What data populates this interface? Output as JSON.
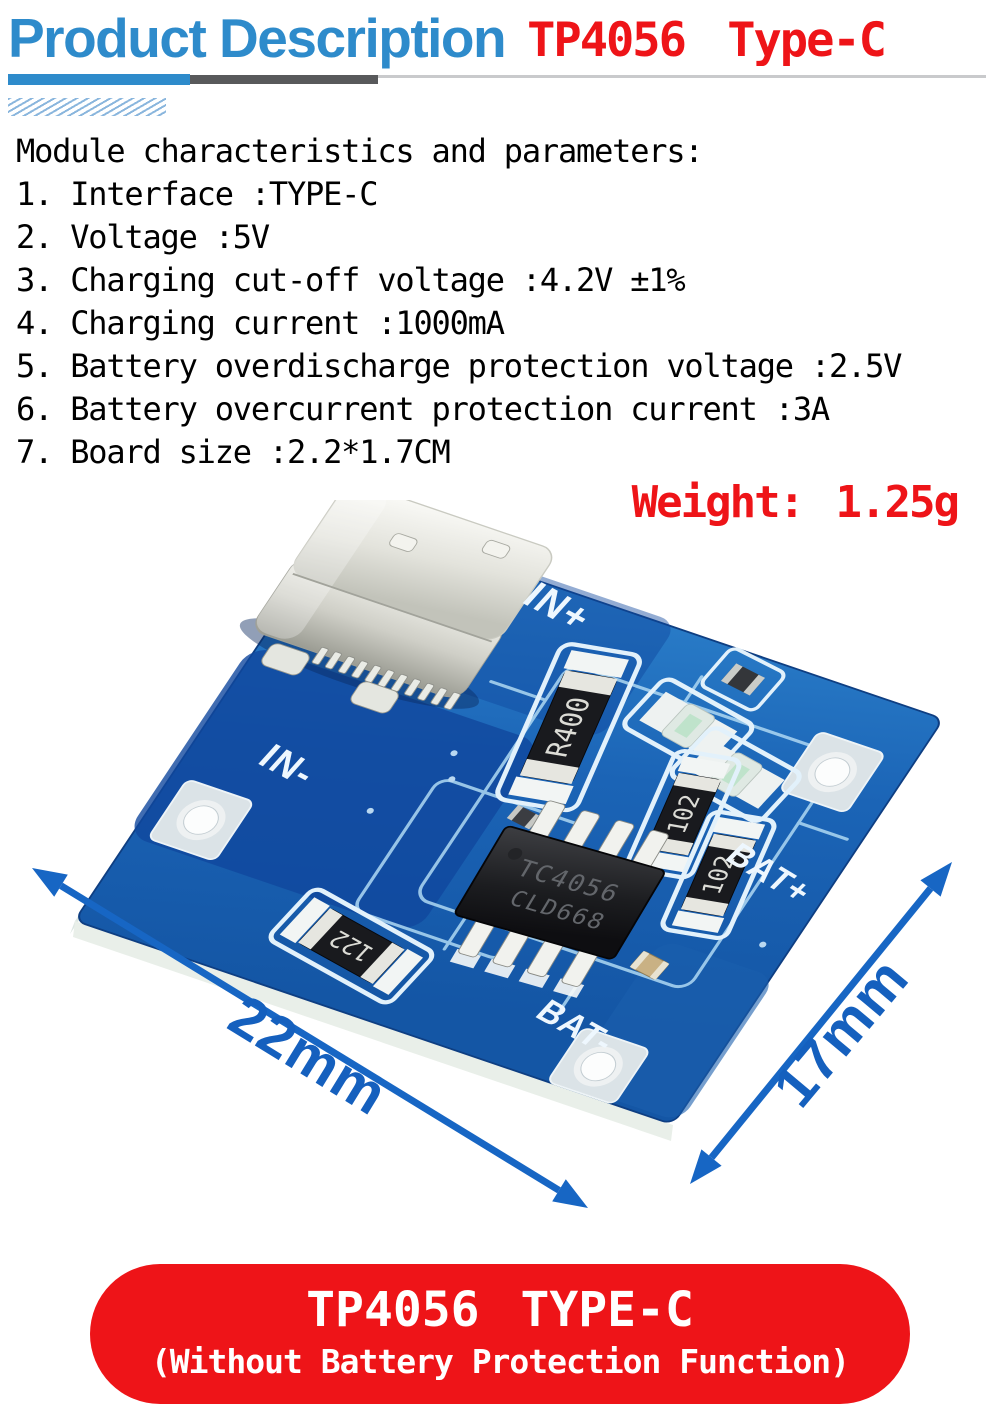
{
  "header": {
    "title": "Product Description",
    "model": "TP4056 Type-C"
  },
  "specs": {
    "heading": "Module characteristics and parameters:",
    "items": [
      "1. Interface :TYPE-C",
      "2. Voltage :5V",
      "3. Charging cut-off voltage :4.2V ±1%",
      "4. Charging current :1000mA",
      "5. Battery overdischarge protection voltage :2.5V",
      "6. Battery overcurrent protection current :3A",
      "7. Board size :2.2*1.7CM"
    ]
  },
  "weight": "Weight: 1.25g",
  "board": {
    "silkscreen": {
      "in_plus": "IN+",
      "in_minus": "IN-",
      "bat_plus": "BAT+",
      "bat_minus": "BAT-"
    },
    "chip": {
      "line1": "TC4056",
      "line2": "CLD668"
    },
    "components": {
      "r400": "R400",
      "r102a": "102",
      "r102b": "102",
      "r122": "122"
    },
    "dimensions": {
      "width": "22mm",
      "height": "17mm"
    }
  },
  "badge": {
    "title": "TP4056 TYPE-C",
    "subtitle": "(Without Battery Protection Function)"
  },
  "colors": {
    "title_blue": "#2E8BCB",
    "accent_red": "#EE1418",
    "arrow_blue": "#1766C4",
    "board_blue": "#1E66B4"
  }
}
